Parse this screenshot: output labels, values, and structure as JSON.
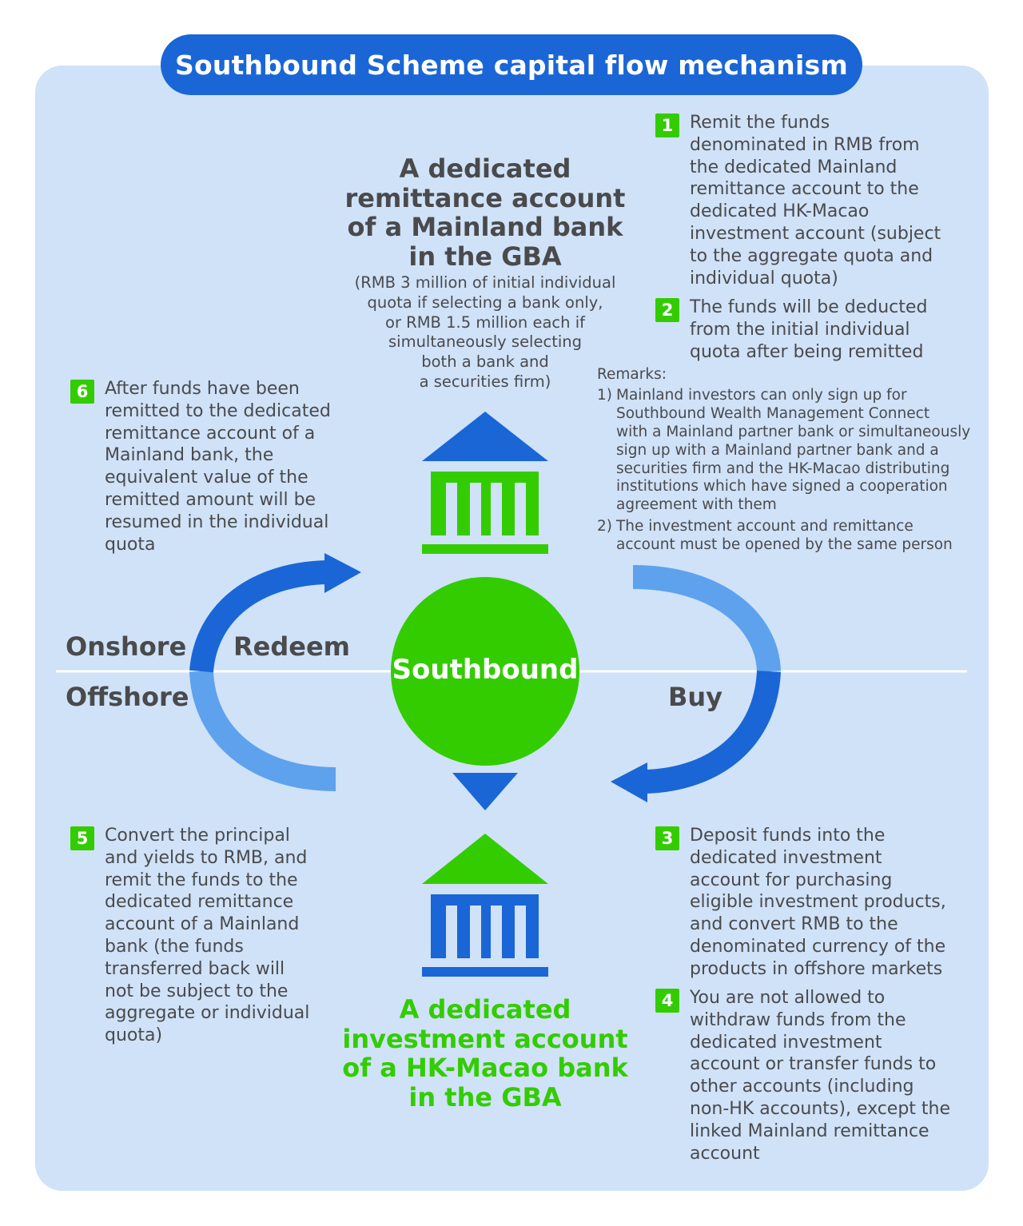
{
  "title": "Southbound Scheme capital flow mechanism",
  "colors": {
    "panel": "#cfe2f8",
    "title_bg": "#1a66d6",
    "blue": "#1a66d6",
    "light_blue": "#5ea2ee",
    "green": "#33cc00",
    "text": "#4a4a4c"
  },
  "mainland_account": {
    "title_lines": [
      "A dedicated",
      "remittance account",
      "of a Mainland bank",
      "in the GBA"
    ],
    "note_lines": [
      "(RMB 3 million of initial individual",
      "quota if selecting a bank only,",
      "or RMB 1.5 million each if",
      "simultaneously selecting",
      "both a bank and",
      "a securities firm)"
    ]
  },
  "hk_account": {
    "title_lines": [
      "A dedicated",
      "investment account",
      "of a HK-Macao bank",
      "in the GBA"
    ]
  },
  "center_label": "Southbound",
  "labels": {
    "onshore": "Onshore",
    "offshore": "Offshore",
    "redeem": "Redeem",
    "buy": "Buy"
  },
  "icons": {
    "mainland_bank": "bank-building-icon",
    "hk_bank": "bank-building-icon",
    "down_arrow": "triangle-down-icon"
  },
  "steps": [
    {
      "num": "1",
      "lines": [
        "Remit the funds",
        "denominated in RMB from",
        "the dedicated Mainland",
        "remittance account to the",
        "dedicated HK-Macao",
        "investment account (subject",
        "to the aggregate quota and",
        "individual quota)"
      ]
    },
    {
      "num": "2",
      "lines": [
        "The funds will be deducted",
        "from the initial individual",
        "quota after being remitted"
      ]
    },
    {
      "num": "3",
      "lines": [
        "Deposit funds into the",
        "dedicated investment",
        "account for purchasing",
        "eligible investment products,",
        "and convert RMB to the",
        "denominated currency of the",
        "products in offshore markets"
      ]
    },
    {
      "num": "4",
      "lines": [
        "You are not allowed to",
        "withdraw funds from the",
        "dedicated investment",
        "account or transfer funds to",
        "other accounts (including",
        "non-HK accounts), except the",
        "linked Mainland remittance",
        "account"
      ]
    },
    {
      "num": "5",
      "lines": [
        "Convert the principal",
        "and yields to RMB, and",
        "remit the funds to the",
        "dedicated remittance",
        "account of a Mainland",
        "bank (the funds",
        "transferred back will",
        "not be subject to the",
        "aggregate or individual",
        "quota)"
      ]
    },
    {
      "num": "6",
      "lines": [
        "After funds have been",
        "remitted to the dedicated",
        "remittance account of a",
        "Mainland bank, the",
        "equivalent value of the",
        "remitted amount will be",
        "resumed in the individual",
        "quota"
      ]
    }
  ],
  "remarks": {
    "heading": "Remarks:",
    "items": [
      {
        "num": "1)",
        "lines": [
          "Mainland investors can only sign up for",
          "Southbound Wealth Management Connect",
          "with a Mainland partner bank or simultaneously",
          "sign up with a Mainland partner bank and a",
          "securities firm and the HK-Macao distributing",
          "institutions which have signed a cooperation",
          "agreement with them"
        ]
      },
      {
        "num": "2)",
        "lines": [
          "The investment account and remittance",
          "account must be opened by the same person"
        ]
      }
    ]
  }
}
